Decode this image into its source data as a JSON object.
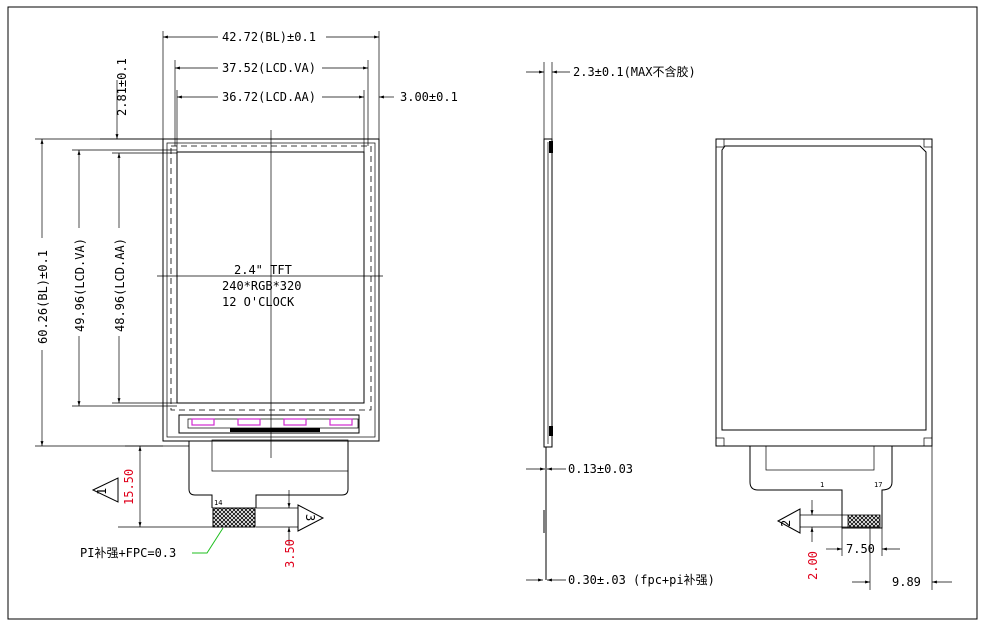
{
  "front_view": {
    "width_bl": "42.72(BL)±0.1",
    "width_va": "37.52(LCD.VA)",
    "width_aa": "36.72(LCD.AA)",
    "offset_right": "3.00±0.1",
    "offset_top": "2.81±0.1",
    "height_bl": "60.26(BL)±0.1",
    "height_va": "49.96(LCD.VA)",
    "height_aa": "48.96(LCD.AA)",
    "panel_line1": "2.4\" TFT",
    "panel_line2": "240*RGB*320",
    "panel_line3": "12 O'CLOCK",
    "fpc_length": "15.50",
    "tail_height": "3.50",
    "marker_1": "1",
    "marker_3": "3",
    "pin_label": "14",
    "pi_note": "PI补强+FPC=0.3"
  },
  "side_view": {
    "thickness": "2.3±0.1(MAX不含胶)",
    "fpc_thickness": "0.13±0.03",
    "stiffener_thickness": "0.30±.03 (fpc+pi补强)"
  },
  "back_view": {
    "pin_first": "1",
    "pin_last": "17",
    "marker_2": "2",
    "pitch_height": "2.00",
    "offset_a": "7.50",
    "offset_b": "9.89"
  }
}
